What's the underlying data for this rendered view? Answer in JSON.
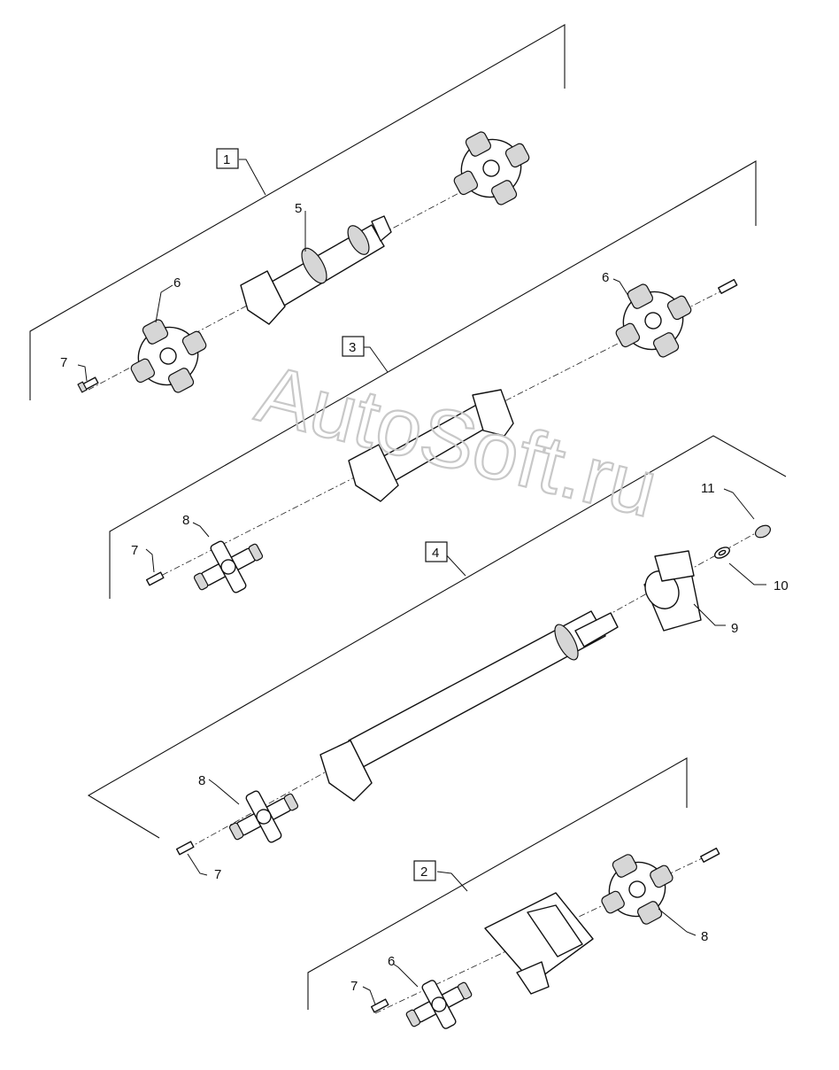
{
  "watermark": "AutoSoft.ru",
  "groups": [
    {
      "label": "1"
    },
    {
      "label": "3"
    },
    {
      "label": "4"
    },
    {
      "label": "2"
    }
  ],
  "callouts": {
    "c5": "5",
    "c6a": "6",
    "c7a": "7",
    "c6b": "6",
    "c8a": "8",
    "c7b": "7",
    "c11": "11",
    "c10": "10",
    "c9": "9",
    "c8b": "8",
    "c7c": "7",
    "c8c": "8",
    "c6c": "6",
    "c7d": "7"
  }
}
